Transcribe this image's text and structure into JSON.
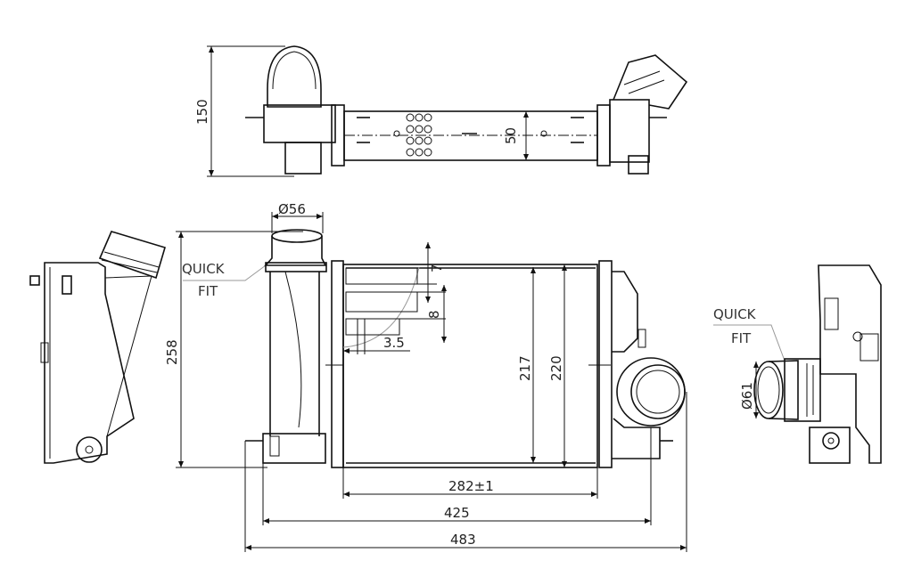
{
  "drawing": {
    "top_view": {
      "height_dim": "150",
      "tube_dim": "50"
    },
    "front_view": {
      "inlet_diameter": "Ø56",
      "inlet_label_line1": "QUICK",
      "inlet_label_line2": "FIT",
      "height_dim": "258",
      "fin_dim_1": "7",
      "fin_dim_2": "8",
      "fin_pitch": "3.5",
      "core_inner_height": "217",
      "core_outer_height": "220",
      "core_width": "282±1",
      "tank_width": "425",
      "overall_width": "483"
    },
    "side_view": {
      "outlet_label_line1": "QUICK",
      "outlet_label_line2": "FIT",
      "outlet_diameter": "Ø61"
    }
  }
}
